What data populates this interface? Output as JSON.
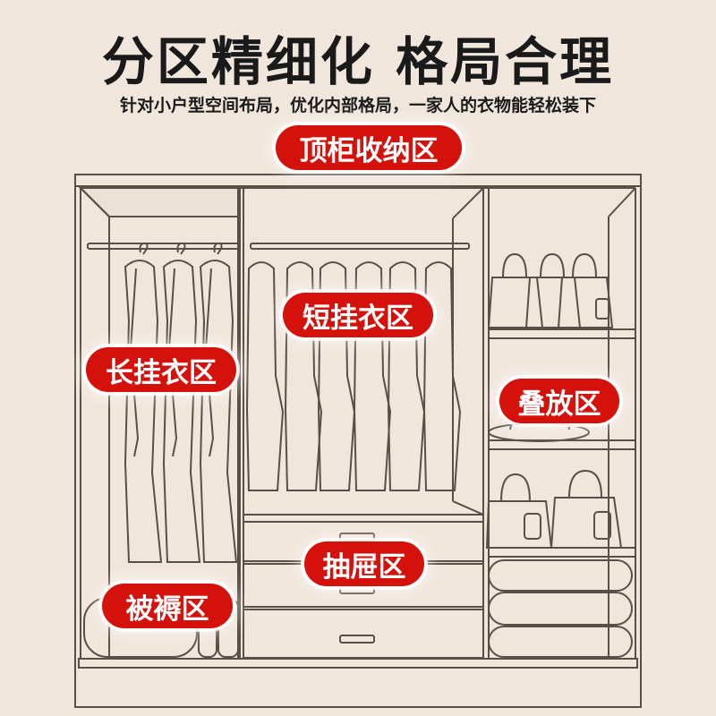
{
  "headline": "分区精细化 格局合理",
  "subline": "针对小户型空间布局，优化内部格局，一家人的衣物能轻松装下",
  "zones": {
    "top_cabinet": "顶柜收纳区",
    "long_hanging": "长挂衣区",
    "short_hanging": "短挂衣区",
    "folding": "叠放区",
    "drawer": "抽屉区",
    "bedding": "被褥区"
  },
  "colors": {
    "background": "#f0e6dc",
    "line": "#5a4f48",
    "badge": "#d5110c",
    "badge_text": "#ffffff"
  }
}
